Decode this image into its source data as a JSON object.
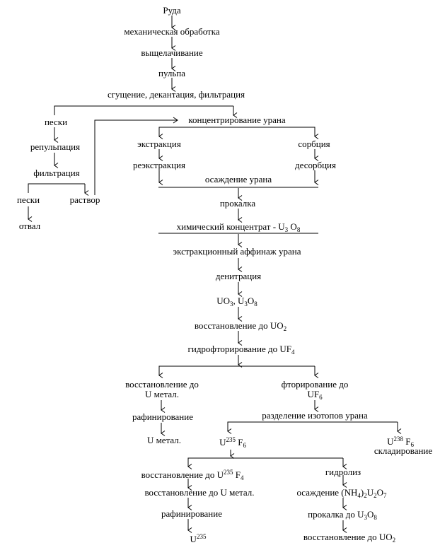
{
  "nodes": {
    "ore": "Руда",
    "mech": "механическая обработка",
    "leach": "выщелачивание",
    "pulp": "пульпа",
    "thicken": "сгущение, декантация, фильтрация",
    "sand1": "пески",
    "repulp": "репульпация",
    "filt": "фильтрация",
    "sand2": "пески",
    "solution": "раствор",
    "waste": "отвал",
    "conc": "концентрирование урана",
    "extr": "экстракция",
    "sorp": "сорбция",
    "reextr": "реэкстракция",
    "desorp": "десорбция",
    "precip": "осаждение урана",
    "calc": "прокалка",
    "chem_a": "химический концентрат - U",
    "chem_b": "3",
    "chem_c": " O",
    "chem_d": "8",
    "affin": "экстракционный аффинаж урана",
    "denit": "денитрация",
    "uo3_a": "UO",
    "uo3_b": "3",
    "uo3_c": ",  U",
    "uo3_d": "3",
    "uo3_e": "O",
    "uo3_f": "8",
    "red_uo2_a": "восстановление до UO",
    "red_uo2_b": "2",
    "hf_a": "гидрофторирование до UF",
    "hf_b": "4",
    "redmet_1": "восстановление до",
    "redmet_2": "U метал.",
    "fluor_1": "фторирование до",
    "fluor_2a": "UF",
    "fluor_2b": "6",
    "refine1": "рафинирование",
    "umet": "U метал.",
    "isotope": "разделение изотопов урана",
    "u235_a": "U",
    "u235_b": "235",
    "u235_c": " F",
    "u235_d": "6",
    "u238_a": "U",
    "u238_b": "238",
    "u238_c": " F",
    "u238_d": "6",
    "storage": "складирование",
    "redf4_a": "восстановление до U",
    "redf4_b": "235",
    "redf4_c": " F",
    "redf4_d": "4",
    "hydro": "гидролиз",
    "redmet2": "восстановление до U метал.",
    "dep_a": "осаждение  (NH",
    "dep_b": "4",
    "dep_c": ")",
    "dep_d": "2",
    "dep_e": "U",
    "dep_f": "2",
    "dep_g": "O",
    "dep_h": "7",
    "refine2": "рафинирование",
    "calc2_a": "прокалка до U",
    "calc2_b": "3",
    "calc2_c": "O",
    "calc2_d": "8",
    "u235f_a": "U",
    "u235f_b": "235",
    "red_uo2b_a": "восстановление до UO",
    "red_uo2b_b": "2"
  }
}
